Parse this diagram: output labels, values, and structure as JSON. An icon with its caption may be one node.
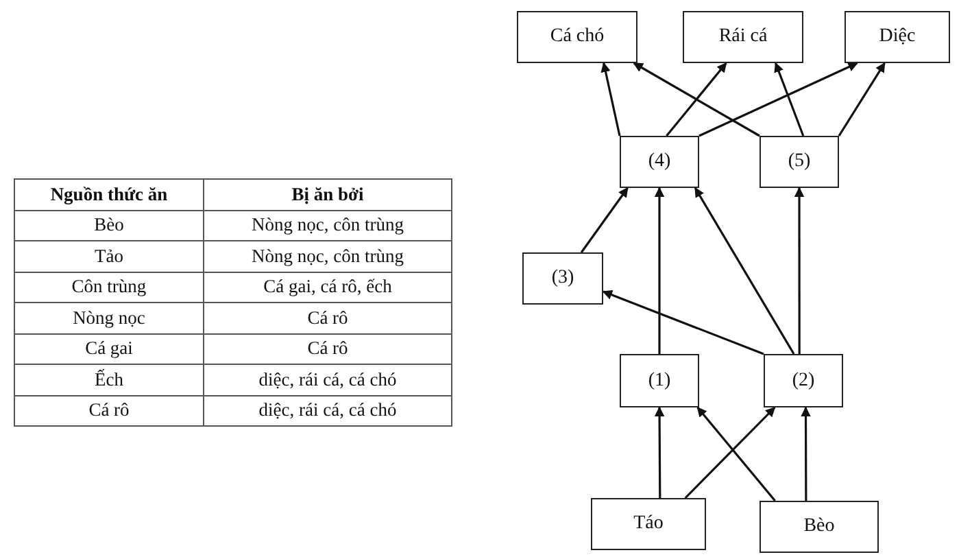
{
  "diagram": {
    "nodes": [
      {
        "text": [
          "Cá chó"
        ]
      },
      {
        "text": [
          "Rái cá"
        ]
      },
      {
        "text": [
          "Diệc"
        ]
      },
      {
        "text": [
          "(4)"
        ]
      },
      {
        "text": [
          "(5)"
        ]
      },
      {
        "text": [
          "(3)"
        ]
      },
      {
        "text": [
          "(1)"
        ]
      },
      {
        "text": [
          "(2)"
        ]
      },
      {
        "text": [
          "Táo"
        ]
      },
      {
        "text": [
          "Bèo"
        ]
      }
    ],
    "edges": [
      {
        "from": 3,
        "to": 0,
        "arrow": "to"
      },
      {
        "from": 3,
        "to": 1,
        "arrow": "to"
      },
      {
        "from": 3,
        "to": 2,
        "arrow": "to"
      },
      {
        "from": 4,
        "to": 0,
        "arrow": "to"
      },
      {
        "from": 4,
        "to": 1,
        "arrow": "to"
      },
      {
        "from": 4,
        "to": 2,
        "arrow": "to"
      },
      {
        "from": 5,
        "to": 3,
        "arrow": "to"
      },
      {
        "from": 6,
        "to": 3,
        "arrow": "to"
      },
      {
        "from": 7,
        "to": 3,
        "arrow": "to"
      },
      {
        "from": 7,
        "to": 4,
        "arrow": "to"
      },
      {
        "from": 7,
        "to": 5,
        "arrow": "to"
      },
      {
        "from": 8,
        "to": 6,
        "arrow": "to"
      },
      {
        "from": 8,
        "to": 7,
        "arrow": "to"
      },
      {
        "from": 9,
        "to": 6,
        "arrow": "to"
      },
      {
        "from": 9,
        "to": 7,
        "arrow": "to"
      }
    ],
    "labels": [
      "Nguồn thức ăn",
      "Bị ăn bởi",
      "Bèo",
      "Nòng nọc, côn trùng",
      "Tảo",
      "Nòng nọc, côn trùng",
      "Côn trùng",
      "Cá gai, cá rô, ếch",
      "Nòng nọc",
      "Cá rô",
      "Cá gai",
      "Cá rô",
      "Ếch",
      "diệc, rái cá, cá chó",
      "Cá rô",
      "diệc, rái cá, cá chó"
    ]
  }
}
